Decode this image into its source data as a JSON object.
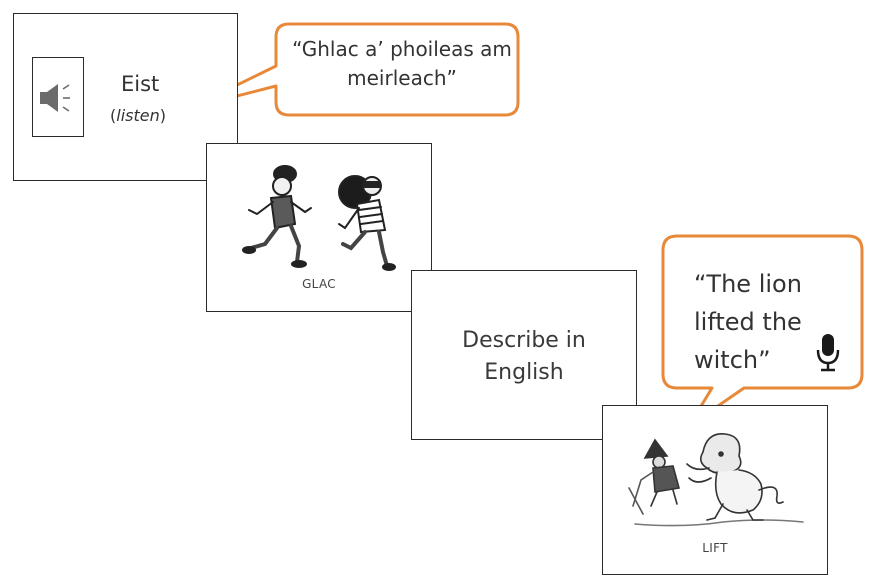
{
  "cards": {
    "listen": {
      "word": "Eist",
      "gloss": "listen",
      "icon": "speaker-icon"
    },
    "glac": {
      "caption": "GLAC"
    },
    "describe": {
      "line1": "Describe in",
      "line2": "English"
    },
    "lift": {
      "caption": "LIFT"
    }
  },
  "bubbles": {
    "welsh": {
      "text": "“Ghlac a’ phoileas am meirleach”"
    },
    "english": {
      "line1": "“The lion",
      "line2": "lifted the",
      "line3": "witch”",
      "icon": "microphone-icon"
    }
  },
  "colors": {
    "bubble_border": "#E8893A",
    "card_border": "#2b2b2b"
  }
}
